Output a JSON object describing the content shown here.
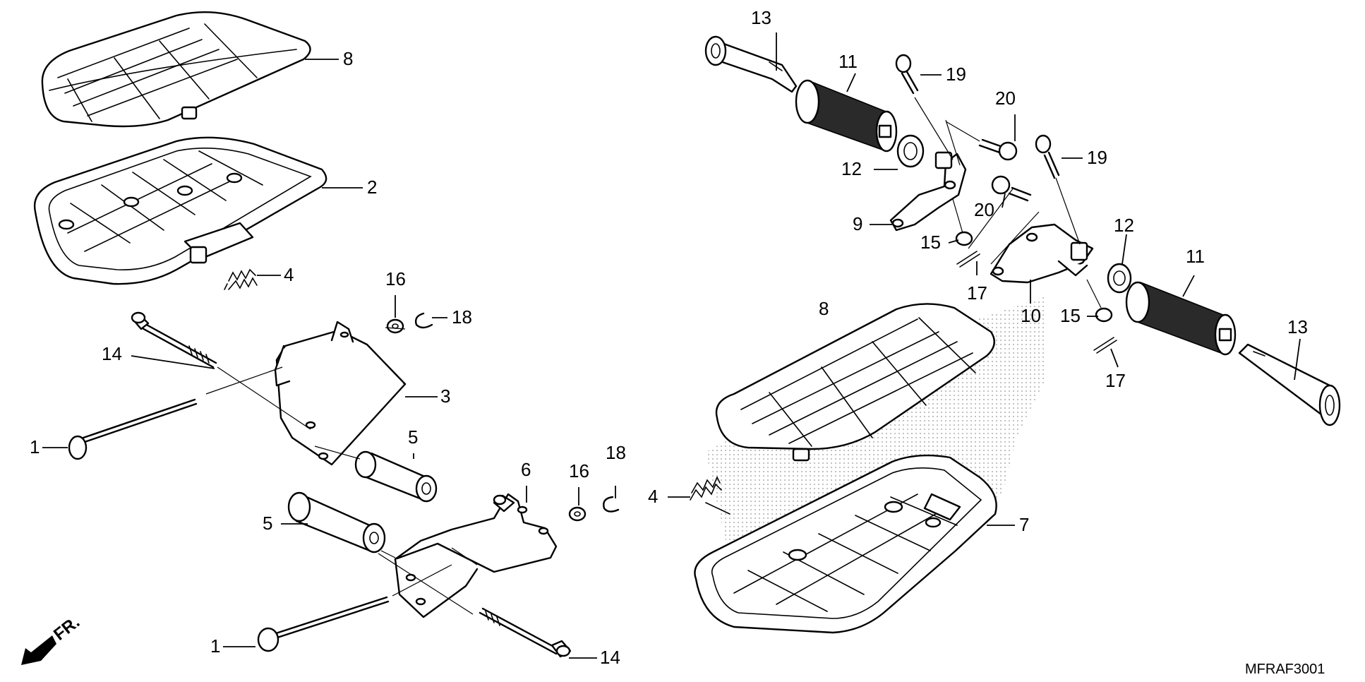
{
  "diagram": {
    "callouts": [
      "1",
      "2",
      "3",
      "4",
      "5",
      "6",
      "7",
      "8",
      "9",
      "10",
      "11",
      "12",
      "13",
      "14",
      "15",
      "16",
      "17",
      "18",
      "19",
      "20"
    ],
    "direction_label": "FR.",
    "drawing_code": "MFRAF3001"
  }
}
